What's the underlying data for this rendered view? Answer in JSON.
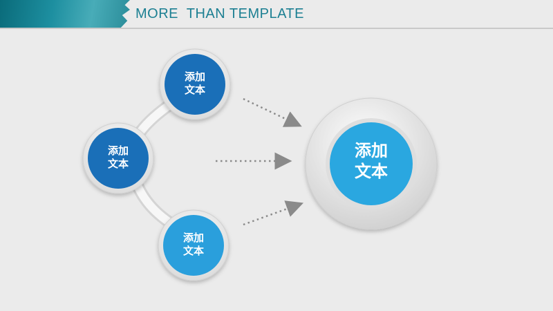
{
  "header": {
    "title": "MORE  THAN TEMPLATE"
  },
  "nodes": [
    {
      "id": "top",
      "line1": "添加",
      "line2": "文本",
      "color": "#1a6fb8"
    },
    {
      "id": "middle",
      "line1": "添加",
      "line2": "文本",
      "color": "#1a6fb8"
    },
    {
      "id": "bottom",
      "line1": "添加",
      "line2": "文本",
      "color": "#2a9fdc"
    }
  ],
  "center_node": {
    "line1": "添加",
    "line2": "文本",
    "color": "#2aa7e0"
  },
  "colors": {
    "accent": "#1b7f92",
    "arrow": "#8a8a8a",
    "background": "#ebebeb"
  }
}
